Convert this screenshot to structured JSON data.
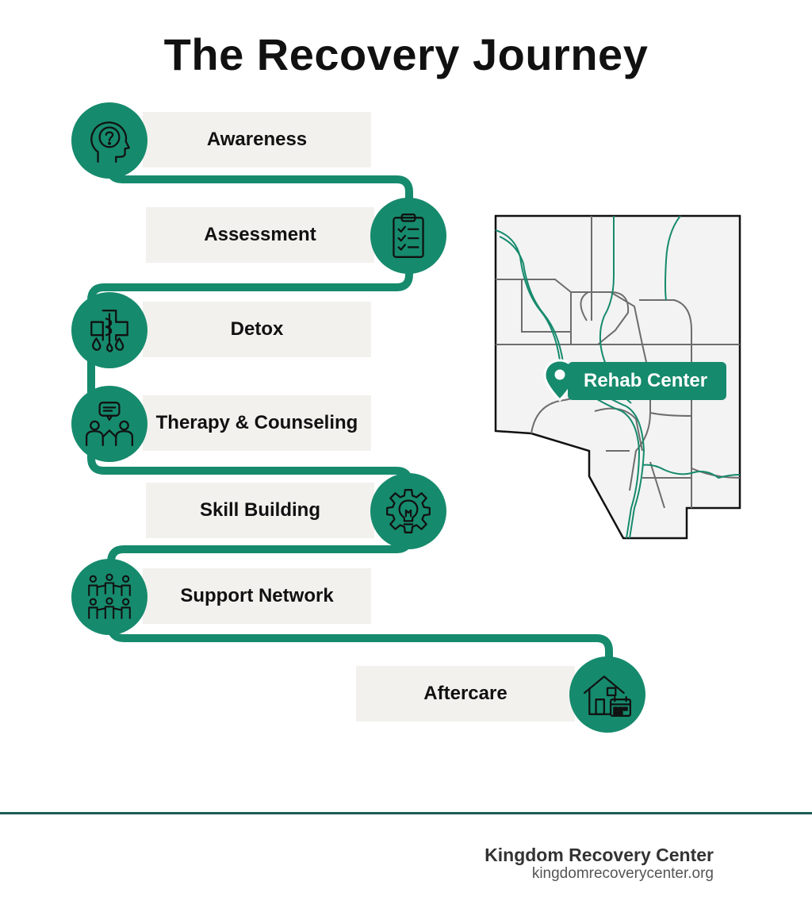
{
  "title": "The Recovery Journey",
  "colors": {
    "accent": "#168a6d",
    "label_bg": "#f2f1ee",
    "footer_rule": "#1c5c57"
  },
  "steps": [
    {
      "label": "Awareness",
      "icon": "head-question-icon"
    },
    {
      "label": "Assessment",
      "icon": "clipboard-checklist-icon"
    },
    {
      "label": "Detox",
      "icon": "medical-cross-drops-icon"
    },
    {
      "label": "Therapy & Counseling",
      "icon": "group-conversation-icon"
    },
    {
      "label": "Skill Building",
      "icon": "gear-lightbulb-icon"
    },
    {
      "label": "Support Network",
      "icon": "people-group-icon"
    },
    {
      "label": "Aftercare",
      "icon": "house-calendar-icon"
    }
  ],
  "map": {
    "location_label": "Rehab Center",
    "pin_icon": "map-pin-icon"
  },
  "footer": {
    "organization": "Kingdom Recovery Center",
    "website": "kingdomrecoverycenter.org"
  }
}
